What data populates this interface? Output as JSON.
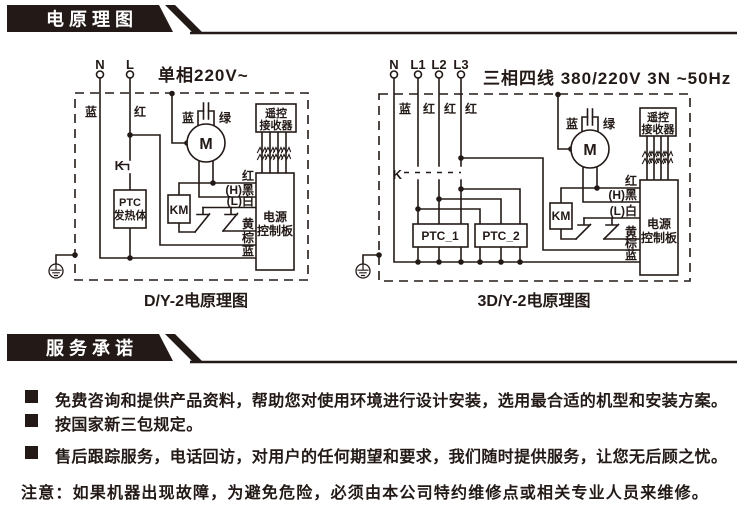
{
  "page": {
    "banner1": "电原理图",
    "banner2": "服务承诺"
  },
  "colors": {
    "ink": "#231a17",
    "paper": "#ffffff",
    "banner_text": "#ffffff"
  },
  "diagram1": {
    "title": "单相220V~",
    "caption": "D/Y-2电原理图",
    "terminals": [
      "N",
      "L"
    ],
    "wires": [
      "蓝",
      "红"
    ],
    "k_label": "K",
    "ptc_label": [
      "PTC",
      "发热体"
    ],
    "km_label": "KM",
    "motor_label": "M",
    "cap_labels": [
      "蓝",
      "绿"
    ],
    "receiver_label": [
      "遥控",
      "接收器"
    ],
    "board_label": [
      "电源",
      "控制板"
    ],
    "rows": [
      "红",
      "(H)黑",
      "(L)白",
      "黄",
      "棕",
      "蓝"
    ]
  },
  "diagram2": {
    "title": "三相四线 380/220V 3N ~50Hz",
    "caption": "3D/Y-2电原理图",
    "terminals": [
      "N",
      "L1",
      "L2",
      "L3"
    ],
    "wires": [
      "蓝",
      "红",
      "红",
      "红"
    ],
    "k_label": "K",
    "ptc1_label": "PTC_1",
    "ptc2_label": "PTC_2",
    "km_label": "KM",
    "motor_label": "M",
    "cap_labels": [
      "蓝",
      "绿"
    ],
    "receiver_label": [
      "遥控",
      "接收器"
    ],
    "board_label": [
      "电源",
      "控制板"
    ],
    "rows": [
      "红",
      "(H)黑",
      "(L)白",
      "黄",
      "棕",
      "蓝"
    ]
  },
  "service": {
    "bullets": [
      "免费咨询和提供产品资料，帮助您对使用环境进行设计安装，选用最合适的机型和安装方案。",
      "按国家新三包规定。",
      "售后跟踪服务，电话回访，对用户的任何期望和要求，我们随时提供服务，让您无后顾之忧。"
    ],
    "note": "注意：如果机器出现故障，为避免危险，必须由本公司特约维修点或相关专业人员来维修。"
  }
}
